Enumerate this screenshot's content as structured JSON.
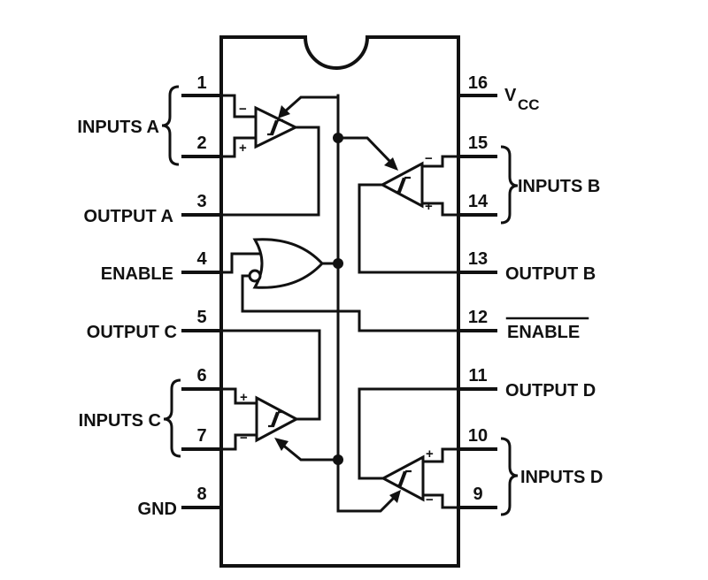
{
  "pins": {
    "p1": "1",
    "p2": "2",
    "p3": "3",
    "p4": "4",
    "p5": "5",
    "p6": "6",
    "p7": "7",
    "p8": "8",
    "p9": "9",
    "p10": "10",
    "p11": "11",
    "p12": "12",
    "p13": "13",
    "p14": "14",
    "p15": "15",
    "p16": "16"
  },
  "labels": {
    "inputs_a": "INPUTS A",
    "output_a": "OUTPUT A",
    "enable": "ENABLE",
    "output_c": "OUTPUT C",
    "inputs_c": "INPUTS C",
    "gnd": "GND",
    "vcc_main": "V",
    "vcc_sub": "CC",
    "inputs_b": "INPUTS B",
    "output_b": "OUTPUT B",
    "enable_bar": "ENABLE",
    "output_d": "OUTPUT D",
    "inputs_d": "INPUTS D"
  },
  "signs": {
    "minus": "−",
    "plus": "+"
  },
  "colors": {
    "ink": "#111111",
    "background": "#ffffff"
  }
}
